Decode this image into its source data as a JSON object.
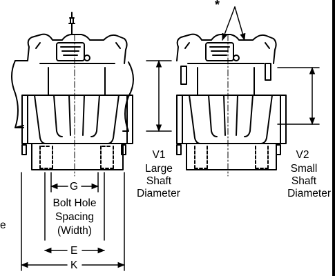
{
  "figure": {
    "callout_symbol": "*",
    "left_view": {
      "dim_g": "G",
      "bolt_hole_spacing": [
        "Bolt Hole",
        "Spacing",
        "(Width)"
      ],
      "dim_e": "E",
      "dim_k": "K",
      "partial_edge_text": "e"
    },
    "right_view": {
      "v1_code": "V1",
      "v1_caption": [
        "Large",
        "Shaft",
        "Diameter"
      ],
      "v2_code": "V2",
      "v2_caption": [
        "Small",
        "Shaft",
        "Diameter"
      ]
    }
  },
  "colors": {
    "ink": "#000000",
    "paper": "#ffffff"
  }
}
